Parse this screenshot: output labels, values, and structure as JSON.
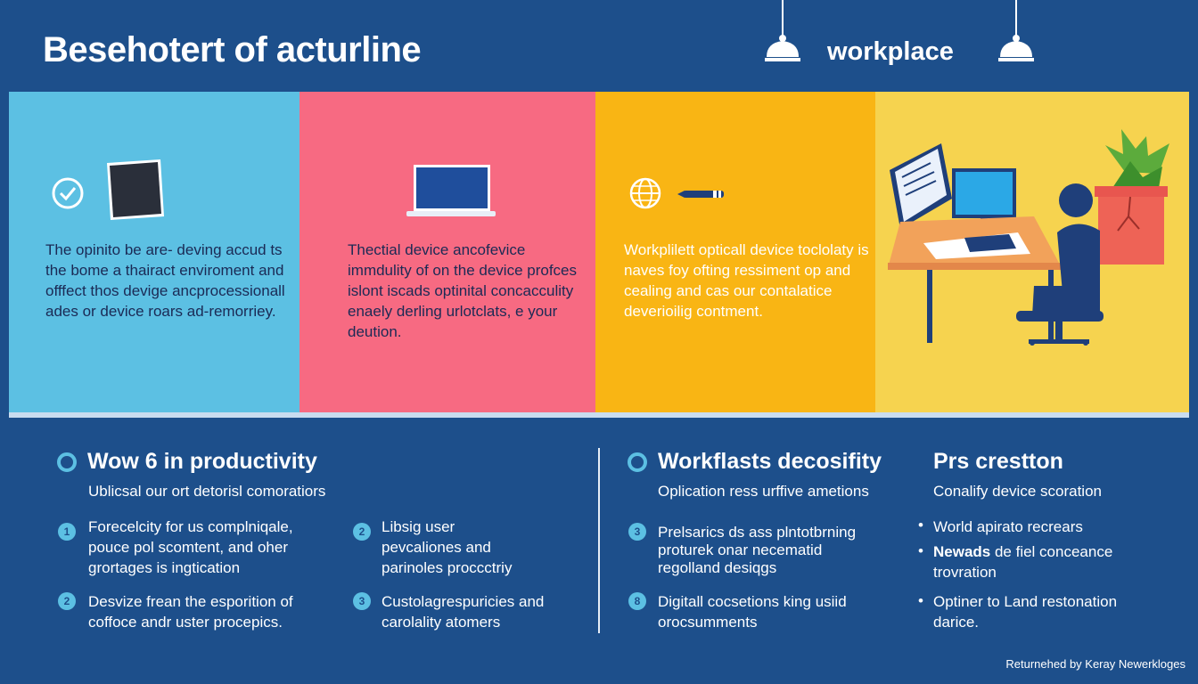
{
  "header": {
    "title": "Besehotert of acturline",
    "brand": "workplace"
  },
  "panels": [
    {
      "text": "The opinito be are- deving accud ts the bome a thairact enviroment and offfect thos devige ancprocessionall ades or device roars ad-remorriey."
    },
    {
      "text": "Thectial device ancofevice immdulity of on the device profces islont iscads optinital concacculity enaely derling urlotclats, e your deution."
    },
    {
      "text": "Workplilett opticall device toclolaty is naves foy ofting ressiment op and cealing and cas our contalatice deverioilig contment."
    },
    {
      "text": ""
    }
  ],
  "sections": {
    "left": {
      "title": "Wow 6 in productivity",
      "subtitle": "Ublicsal our ort detorisl comoratiors",
      "items": [
        {
          "num": "1",
          "text": "Forecelcity for us complniqale, pouce pol scomtent, and oher grortages is ingtication"
        },
        {
          "num": "2",
          "text": "Desvize frean the esporition of coffoce andr uster procepics."
        },
        {
          "num": "2",
          "text": "Libsig user pevcaliones and parinoles proccctriy"
        },
        {
          "num": "3",
          "text": "Custolagrespuricies and carolality atomers"
        }
      ]
    },
    "middle": {
      "title": "Workflasts decosifity",
      "subtitle": "Oplication ress urffive ametions",
      "items": [
        {
          "num": "3",
          "text": "Prelsarics ds ass plntotbrning proturek onar necematid regolland desiqgs"
        },
        {
          "num": "8",
          "text": "Digitall cocsetions king usiid orocsumments"
        }
      ]
    },
    "right": {
      "title": "Prs crestton",
      "subtitle": "Conalify device scoration",
      "bullets": [
        {
          "lead": "",
          "text": "World apirato recrears"
        },
        {
          "lead": "Newads",
          "text": " de fiel conceance trovration"
        },
        {
          "lead": "",
          "text": "Optiner to Land restonation darice."
        }
      ]
    }
  },
  "footer": "Returnehed by Keray Newerkloges",
  "icons": [
    "check-circle-icon",
    "tablet-icon",
    "laptop-icon",
    "globe-icon",
    "pen-icon",
    "workstation-illustration",
    "ceiling-lamp-icon"
  ],
  "colors": {
    "background": "#1d4f8b",
    "panel_blue": "#5cc0e3",
    "panel_pink": "#f76a82",
    "panel_orange": "#f9b514",
    "panel_yellow": "#f6d34f",
    "accent": "#5cc0e3"
  }
}
